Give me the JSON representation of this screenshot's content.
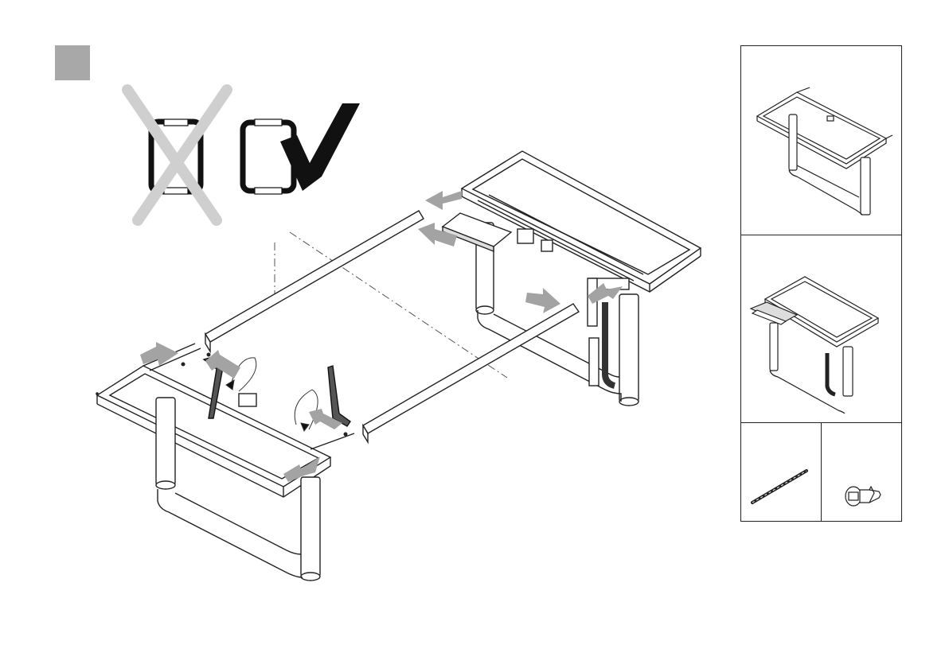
{
  "step_marker": {
    "color": "#a8a8a8"
  },
  "orientation_hint": {
    "wrong": {
      "icon": "cross-mark-icon",
      "color": "#cfcfcf"
    },
    "right": {
      "icon": "check-mark-icon",
      "color": "#111111"
    }
  },
  "arrows": {
    "color": "#a3a3a3"
  },
  "side_panel": {
    "views": [
      {
        "name": "assembled-frame-top-view"
      },
      {
        "name": "assembled-frame-with-controller-view"
      }
    ],
    "parts": [
      {
        "name": "rod",
        "icon": "rod-icon"
      },
      {
        "name": "screw",
        "icon": "screw-icon"
      }
    ]
  }
}
